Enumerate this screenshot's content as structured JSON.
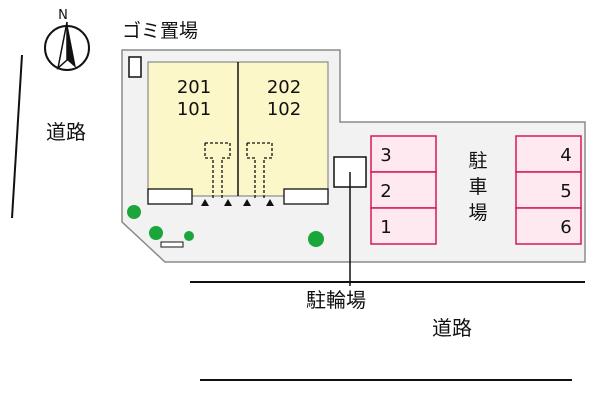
{
  "compass": {
    "north_label": "N"
  },
  "labels": {
    "garbage": "ゴミ置場",
    "road_left": "道路",
    "road_bottom": "道路",
    "bicycle": "駐輪場",
    "parking_chars": [
      "駐",
      "車",
      "場"
    ]
  },
  "units": {
    "left": {
      "upper": "201",
      "lower": "101"
    },
    "right": {
      "upper": "202",
      "lower": "102"
    }
  },
  "parking": {
    "left_column": [
      "3",
      "2",
      "1"
    ],
    "right_column": [
      "4",
      "5",
      "6"
    ]
  },
  "colors": {
    "building_fill": "#fbf7c8",
    "lot_fill": "#f2f2f2",
    "parking_stroke": "#d6195a",
    "parking_fill": "#fde9ef",
    "tree": "#1aa63a"
  }
}
